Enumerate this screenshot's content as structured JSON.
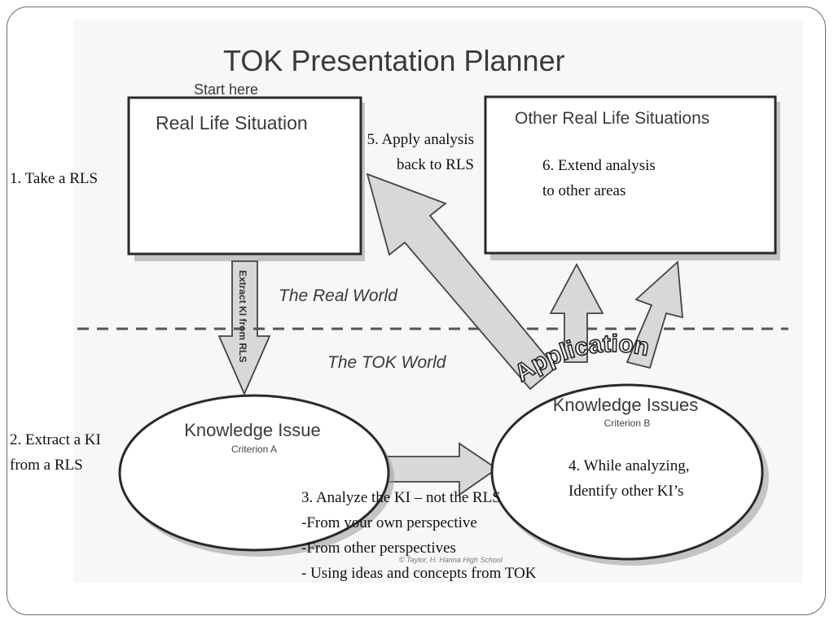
{
  "planner": {
    "title": "TOK Presentation Planner",
    "start_here": "Start here",
    "rls_box": "Real Life Situation",
    "other_rls_box": "Other Real Life Situations",
    "extract_arrow": "Extract KI from RLS",
    "real_world": "The Real World",
    "tok_world": "The TOK World",
    "ki_left_title": "Knowledge Issue",
    "ki_left_criterion": "Criterion A",
    "ki_right_title": "Knowledge Issues",
    "ki_right_criterion": "Criterion B",
    "application": "Application",
    "credit": "© Taylor, H. Hanna High School"
  },
  "notes": {
    "step1": "1. Take a RLS",
    "step2_line1": "2. Extract a KI",
    "step2_line2": "from a RLS",
    "step3_line1": "3. Analyze the KI – not the RLS",
    "step3_line2": "-From your own perspective",
    "step3_line3": "-From other perspectives",
    "step3_line4": "- Using ideas and concepts from TOK",
    "step4_line1": "4. While analyzing,",
    "step4_line2": "Identify other KI’s",
    "step5_line1": "5. Apply analysis",
    "step5_line2": "back to RLS",
    "step6_line1": "6. Extend analysis",
    "step6_line2": "to other areas"
  }
}
